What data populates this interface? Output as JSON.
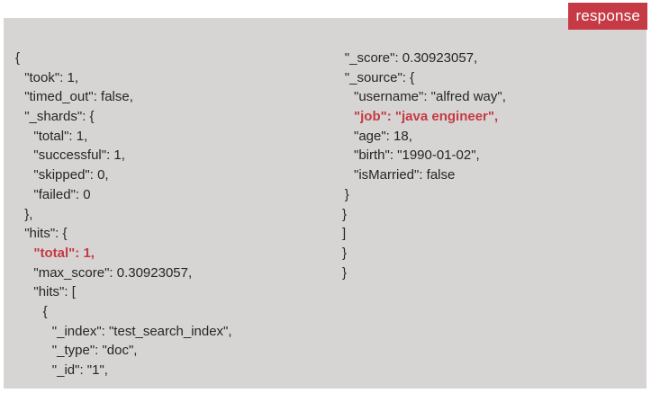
{
  "badge": {
    "label": "response"
  },
  "highlight_color": "#c63a45",
  "left_lines": [
    {
      "text": "{",
      "highlight": false,
      "indent": 0
    },
    {
      "text": "\"took\": 1,",
      "highlight": false,
      "indent": 1
    },
    {
      "text": "\"timed_out\": false,",
      "highlight": false,
      "indent": 1
    },
    {
      "text": "\"_shards\": {",
      "highlight": false,
      "indent": 1
    },
    {
      "text": "\"total\": 1,",
      "highlight": false,
      "indent": 2
    },
    {
      "text": "\"successful\": 1,",
      "highlight": false,
      "indent": 2
    },
    {
      "text": "\"skipped\": 0,",
      "highlight": false,
      "indent": 2
    },
    {
      "text": "\"failed\": 0",
      "highlight": false,
      "indent": 2
    },
    {
      "text": "},",
      "highlight": false,
      "indent": 1
    },
    {
      "text": "\"hits\": {",
      "highlight": false,
      "indent": 1
    },
    {
      "text": "\"total\": 1,",
      "highlight": true,
      "indent": 2
    },
    {
      "text": "\"max_score\": 0.30923057,",
      "highlight": false,
      "indent": 2
    },
    {
      "text": "\"hits\": [",
      "highlight": false,
      "indent": 2
    },
    {
      "text": "{",
      "highlight": false,
      "indent": 3
    },
    {
      "text": "\"_index\": \"test_search_index\",",
      "highlight": false,
      "indent": 4
    },
    {
      "text": "\"_type\": \"doc\",",
      "highlight": false,
      "indent": 4
    },
    {
      "text": "\"_id\": \"1\",",
      "highlight": false,
      "indent": 4
    }
  ],
  "right_lines": [
    {
      "text": "\"_score\": 0.30923057,",
      "highlight": false,
      "indent": 4
    },
    {
      "text": "\"_source\": {",
      "highlight": false,
      "indent": 4
    },
    {
      "text": "\"username\": \"alfred way\",",
      "highlight": false,
      "indent": 5
    },
    {
      "text": "\"job\": \"java engineer\",",
      "highlight": true,
      "indent": 5
    },
    {
      "text": "\"age\": 18,",
      "highlight": false,
      "indent": 5
    },
    {
      "text": "\"birth\": \"1990-01-02\",",
      "highlight": false,
      "indent": 5
    },
    {
      "text": "\"isMarried\": false",
      "highlight": false,
      "indent": 5
    },
    {
      "text": "}",
      "highlight": false,
      "indent": 4
    },
    {
      "text": "}",
      "highlight": false,
      "indent": 3
    },
    {
      "text": "]",
      "highlight": false,
      "indent": 2
    },
    {
      "text": "}",
      "highlight": false,
      "indent": 1
    },
    {
      "text": "}",
      "highlight": false,
      "indent": 0
    }
  ]
}
